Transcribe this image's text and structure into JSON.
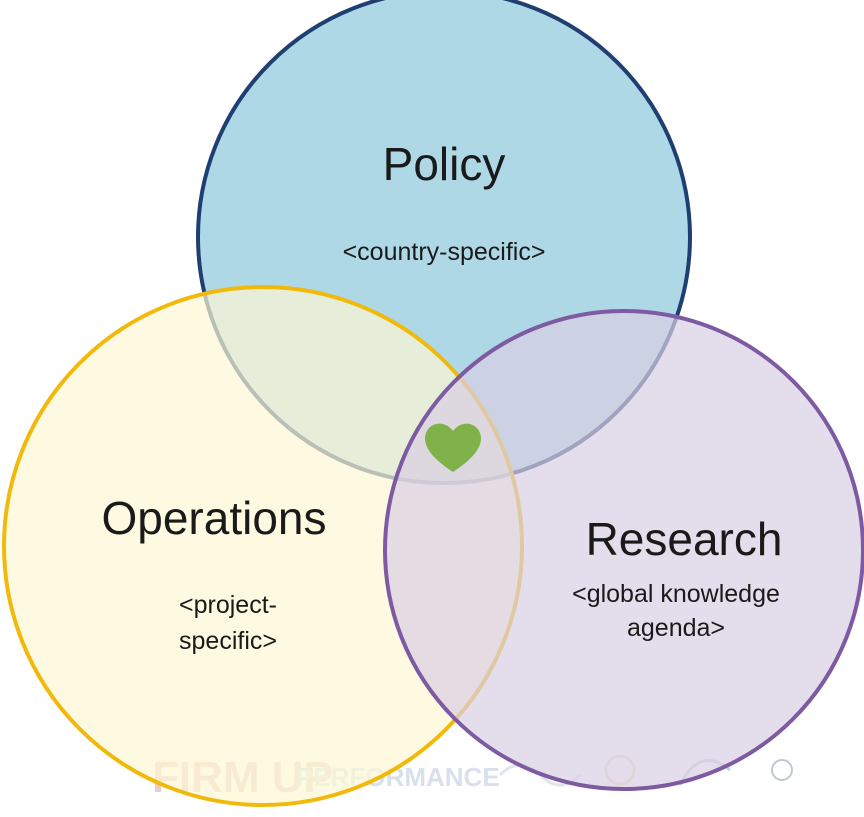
{
  "diagram": {
    "circles": {
      "policy": {
        "title": "Policy",
        "subtitle_lines": [
          "<country-specific>"
        ],
        "fill": "#9dd0e0",
        "stroke": "#1f3f73"
      },
      "operations": {
        "title": "Operations",
        "subtitle_lines": [
          "<project-",
          "specific>"
        ],
        "fill": "#fdf8d4",
        "stroke": "#f2b90d"
      },
      "research": {
        "title": "Research",
        "subtitle_lines": [
          "<global knowledge",
          "agenda>"
        ],
        "fill": "#d9cfe3",
        "stroke": "#7e5aa2"
      }
    },
    "center_icon": "heart-icon",
    "center_icon_color": "#7fb34a"
  },
  "watermark": {
    "logo_text": "FIRM UP",
    "logo_text2": "PERFORMANCE",
    "logo_color": "#d9a7a7",
    "logo_color2": "#b9c7df"
  }
}
